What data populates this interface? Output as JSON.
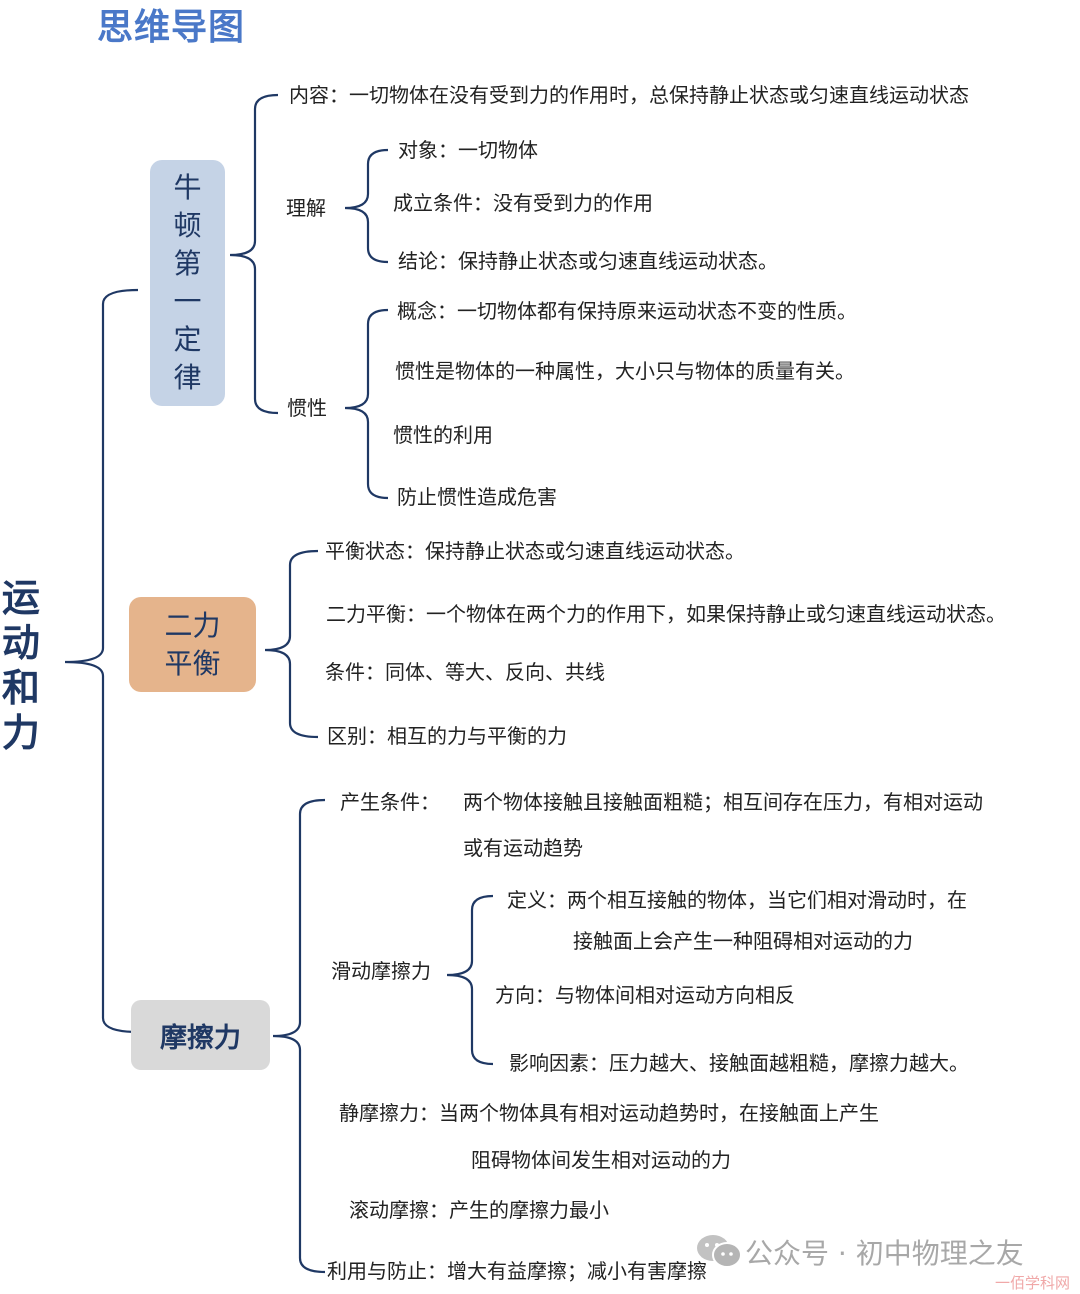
{
  "title": "思维导图",
  "root": "运动和力",
  "branches": {
    "newton": {
      "label": "牛顿第一定律",
      "content": "内容：一切物体在没有受到力的作用时，总保持静止状态或匀速直线运动状态",
      "understanding": {
        "label": "理解",
        "items": [
          "对象：一切物体",
          "成立条件：没有受到力的作用",
          "结论：保持静止状态或匀速直线运动状态。"
        ]
      },
      "inertia": {
        "label": "惯性",
        "items": [
          "概念：一切物体都有保持原来运动状态不变的性质。",
          "惯性是物体的一种属性，大小只与物体的质量有关。",
          "惯性的利用",
          "防止惯性造成危害"
        ]
      }
    },
    "balance": {
      "label": "二力平衡",
      "items": [
        "平衡状态：保持静止状态或匀速直线运动状态。",
        "二力平衡：一个物体在两个力的作用下，如果保持静止或匀速直线运动状态。",
        "条件：同体、等大、反向、共线",
        "区别：相互的力与平衡的力"
      ]
    },
    "friction": {
      "label": "摩擦力",
      "conditions_label": "产生条件：",
      "conditions_line1": "两个物体接触且接触面粗糙；相互间存在压力，有相对运动",
      "conditions_line2": "或有运动趋势",
      "sliding": {
        "label": "滑动摩擦力",
        "definition_line1": "定义：两个相互接触的物体，当它们相对滑动时，在",
        "definition_line2": "接触面上会产生一种阻碍相对运动的力",
        "direction": "方向：与物体间相对运动方向相反",
        "factors": "影响因素：压力越大、接触面越粗糙，摩擦力越大。"
      },
      "static_line1": "静摩擦力：当两个物体具有相对运动趋势时，在接触面上产生",
      "static_line2": "阻碍物体间发生相对运动的力",
      "rolling": "滚动摩擦：产生的摩擦力最小",
      "use": "利用与防止：增大有益摩擦；减小有害摩擦"
    }
  },
  "watermark": {
    "text": "公众号 · 初中物理之友",
    "site": "一佰学科网"
  },
  "colors": {
    "line": "#1f3864",
    "title": "#4a78c8",
    "node1": "#c5d3e6",
    "node2": "#e5b48c",
    "node3": "#d9d9d9"
  }
}
